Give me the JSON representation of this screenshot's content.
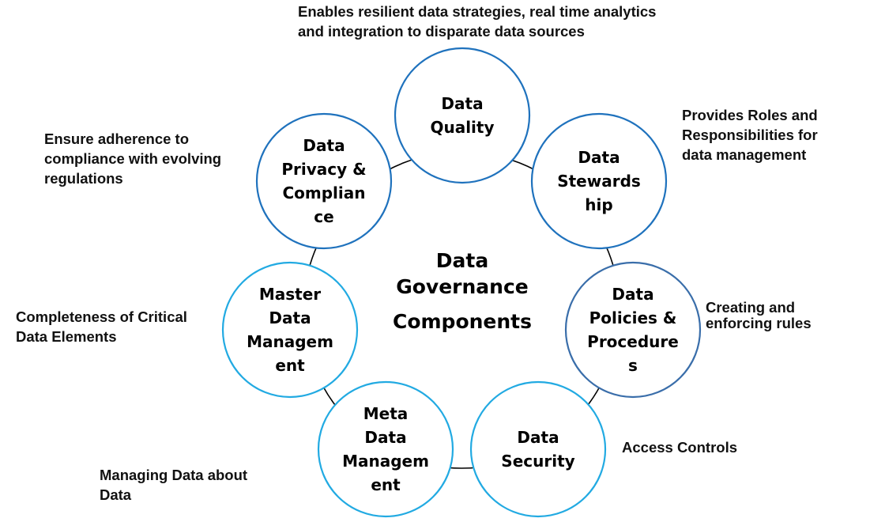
{
  "diagram": {
    "title_lines": [
      "Data",
      "Governance",
      "Components"
    ],
    "nodes": [
      {
        "id": "quality",
        "lines": [
          "Data",
          "Quality"
        ],
        "color": "#1f72bd",
        "annotation": "Enables resilient data strategies, real time analytics\nand integration to disparate data sources"
      },
      {
        "id": "stewardship",
        "lines": [
          "Data",
          "Stewards",
          "hip"
        ],
        "color": "#1f72bd",
        "annotation": "Provides Roles and\nResponsibilities for\ndata management"
      },
      {
        "id": "policies",
        "lines": [
          "Data",
          "Policies &",
          "Procedure",
          "s"
        ],
        "color": "#3a6eaa",
        "annotation": "Creating and\nenforcing rules"
      },
      {
        "id": "security",
        "lines": [
          "Data",
          "Security"
        ],
        "color": "#22aae2",
        "annotation": "Access Controls"
      },
      {
        "id": "metadata",
        "lines": [
          "Meta",
          "Data",
          "Managem",
          "ent"
        ],
        "color": "#22aae2",
        "annotation": "Managing Data about\nData"
      },
      {
        "id": "master",
        "lines": [
          "Master",
          "Data",
          "Managem",
          "ent"
        ],
        "color": "#22aae2",
        "annotation": "Completeness of Critical\nData Elements"
      },
      {
        "id": "privacy",
        "lines": [
          "Data",
          "Privacy &",
          "Complian",
          "ce"
        ],
        "color": "#1f72bd",
        "annotation": "Ensure adherence to\ncompliance with evolving\nregulations"
      }
    ]
  }
}
